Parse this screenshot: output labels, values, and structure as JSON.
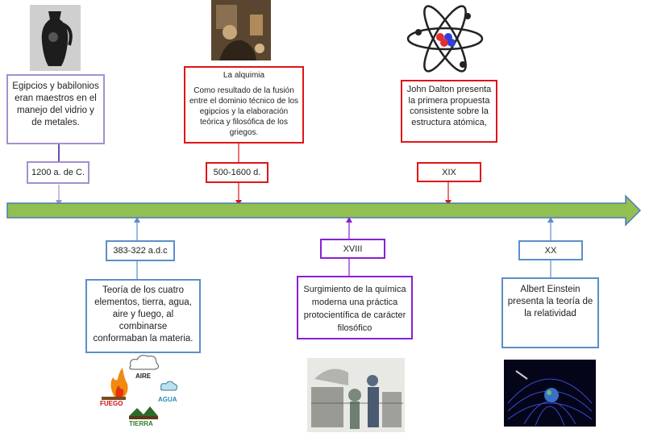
{
  "colors": {
    "arrow_fill": "#92c050",
    "arrow_stroke": "#4f79b8",
    "purple": "#a58fd0",
    "purple_dark": "#8a1fd3",
    "red": "#e01515",
    "blue": "#5b8fc8"
  },
  "top_events": [
    {
      "date": "1200 a. de C.",
      "text": "Egipcios y babilonios eran maestros en el manejo del vidrio y de metales."
    },
    {
      "title": "La alquimia",
      "date": "500-1600 d.",
      "text": "Como resultado de la fusión entre el dominio técnico de los egipcios y la elaboración teórica y filosófica de los griegos."
    },
    {
      "date": "XIX",
      "text": "John Dalton presenta la primera propuesta consistente sobre la estructura atómica,"
    }
  ],
  "bottom_events": [
    {
      "date": "383-322 a.d.c",
      "text": "Teoría de los cuatro elementos, tierra, agua, aire y fuego, al combinarse conformaban la materia."
    },
    {
      "date": "XVIII",
      "text": "Surgimiento de la química moderna una práctica protocientífica de carácter filosófico"
    },
    {
      "date": "XX",
      "text": "Albert Einstein presenta la teoría de la relatividad"
    }
  ],
  "elements_image": {
    "fire": "FUEGO",
    "air": "AIRE",
    "water": "AGUA",
    "earth": "TIERRA"
  },
  "icons": [
    "vase-image-icon",
    "alchemist-image-icon",
    "atom-image-icon",
    "four-elements-image-icon",
    "lab-engraving-image-icon",
    "spacetime-image-icon"
  ]
}
